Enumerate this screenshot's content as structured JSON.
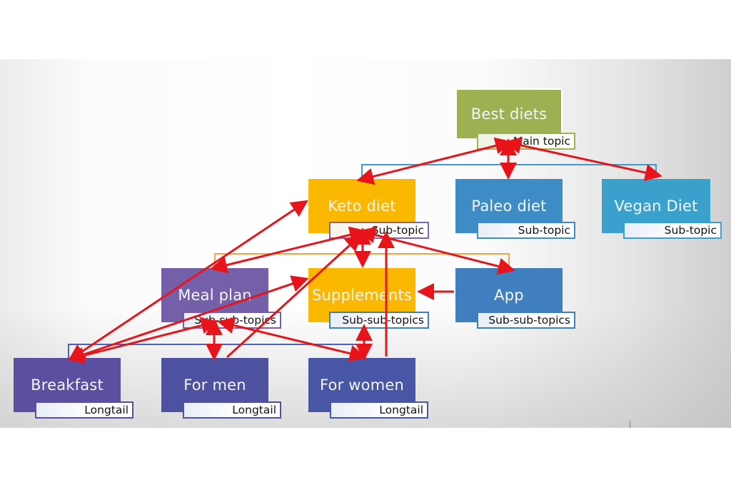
{
  "diagram": {
    "title": "Topic cluster diagram",
    "colors": {
      "main": "#9bb152",
      "keto": "#fbb800",
      "paleo": "#3d8cc6",
      "vegan": "#3aa0cc",
      "meal_plan": "#7460a8",
      "supplements": "#fbb800",
      "app": "#3f7fc0",
      "longtail": "#4e51a0",
      "arrow": "#e8141a",
      "connector_blue": "#3f9ac9",
      "connector_orange": "#f2a04c",
      "connector_indigo": "#4a62b8"
    },
    "nodes": {
      "best_diets": {
        "label": "Best diets",
        "tag": "Main topic"
      },
      "keto": {
        "label": "Keto diet",
        "tag": "Sub-topic"
      },
      "paleo": {
        "label": "Paleo diet",
        "tag": "Sub-topic"
      },
      "vegan": {
        "label": "Vegan Diet",
        "tag": "Sub-topic"
      },
      "meal_plan": {
        "label": "Meal plan",
        "tag": "Sub-sub-topics"
      },
      "supplements": {
        "label": "Supplements",
        "tag": "Sub-sub-topics"
      },
      "app": {
        "label": "App",
        "tag": "Sub-sub-topics"
      },
      "breakfast": {
        "label": "Breakfast",
        "tag": "Longtail"
      },
      "for_men": {
        "label": "For men",
        "tag": "Longtail"
      },
      "for_women": {
        "label": "For women",
        "tag": "Longtail"
      }
    },
    "links": [
      {
        "from": "best_diets",
        "to": "keto",
        "type": "bidirectional"
      },
      {
        "from": "best_diets",
        "to": "paleo",
        "type": "bidirectional"
      },
      {
        "from": "best_diets",
        "to": "vegan",
        "type": "bidirectional"
      },
      {
        "from": "keto",
        "to": "meal_plan",
        "type": "bidirectional"
      },
      {
        "from": "keto",
        "to": "supplements",
        "type": "bidirectional"
      },
      {
        "from": "keto",
        "to": "app",
        "type": "bidirectional"
      },
      {
        "from": "app",
        "to": "supplements",
        "type": "directed"
      },
      {
        "from": "breakfast",
        "to": "keto",
        "type": "bidirectional"
      },
      {
        "from": "breakfast",
        "to": "supplements",
        "type": "directed"
      },
      {
        "from": "breakfast",
        "to": "meal_plan",
        "type": "bidirectional"
      },
      {
        "from": "for_men",
        "to": "meal_plan",
        "type": "bidirectional"
      },
      {
        "from": "for_men",
        "to": "keto",
        "type": "directed"
      },
      {
        "from": "for_women",
        "to": "meal_plan",
        "type": "bidirectional"
      },
      {
        "from": "for_women",
        "to": "supplements",
        "type": "bidirectional"
      },
      {
        "from": "for_women",
        "to": "keto",
        "type": "directed"
      }
    ]
  }
}
